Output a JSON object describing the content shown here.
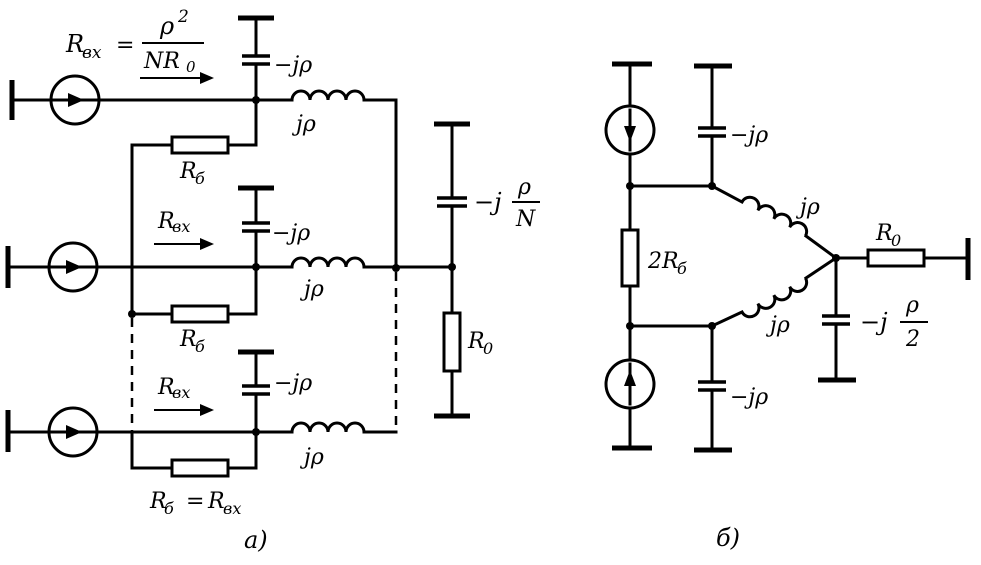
{
  "diagram_a": {
    "formula_top": "R",
    "formula_top_sub": "вх",
    "formula_top_eq": "=",
    "formula_num": "ρ",
    "formula_num_exp": "2",
    "formula_den": "NR",
    "formula_den_sub": "0",
    "cap_label": "−jρ",
    "cap_label_2": "−jρ",
    "cap_label_3": "−jρ",
    "coil_label": "jρ",
    "coil_label_2": "jρ",
    "coil_label_3": "jρ",
    "rb_label": "R",
    "rb_sub": "б",
    "rb_label_2": "R",
    "rb_sub_2": "б",
    "rvx_label": "R",
    "rvx_sub": "вх",
    "rvx_label_3": "R",
    "rvx_sub_3": "вх",
    "common_cap_prefix": "−j",
    "common_cap_num": "ρ",
    "common_cap_den": "N",
    "r0_label": "R",
    "r0_sub": "0",
    "bottom_eq_l": "R",
    "bottom_eq_l_sub": "б",
    "bottom_eq_mid": "=",
    "bottom_eq_r": "R",
    "bottom_eq_r_sub": "вх",
    "caption": "a)"
  },
  "diagram_b": {
    "cap_top_label": "−jρ",
    "cap_bottom_label": "−jρ",
    "coil_top_label": "jρ",
    "coil_bottom_label": "jρ",
    "res_label": "2R",
    "res_sub": "б",
    "r0_label": "R",
    "r0_sub": "0",
    "out_cap_prefix": "−j",
    "out_cap_num": "ρ",
    "out_cap_den": "2",
    "caption": "б)"
  }
}
